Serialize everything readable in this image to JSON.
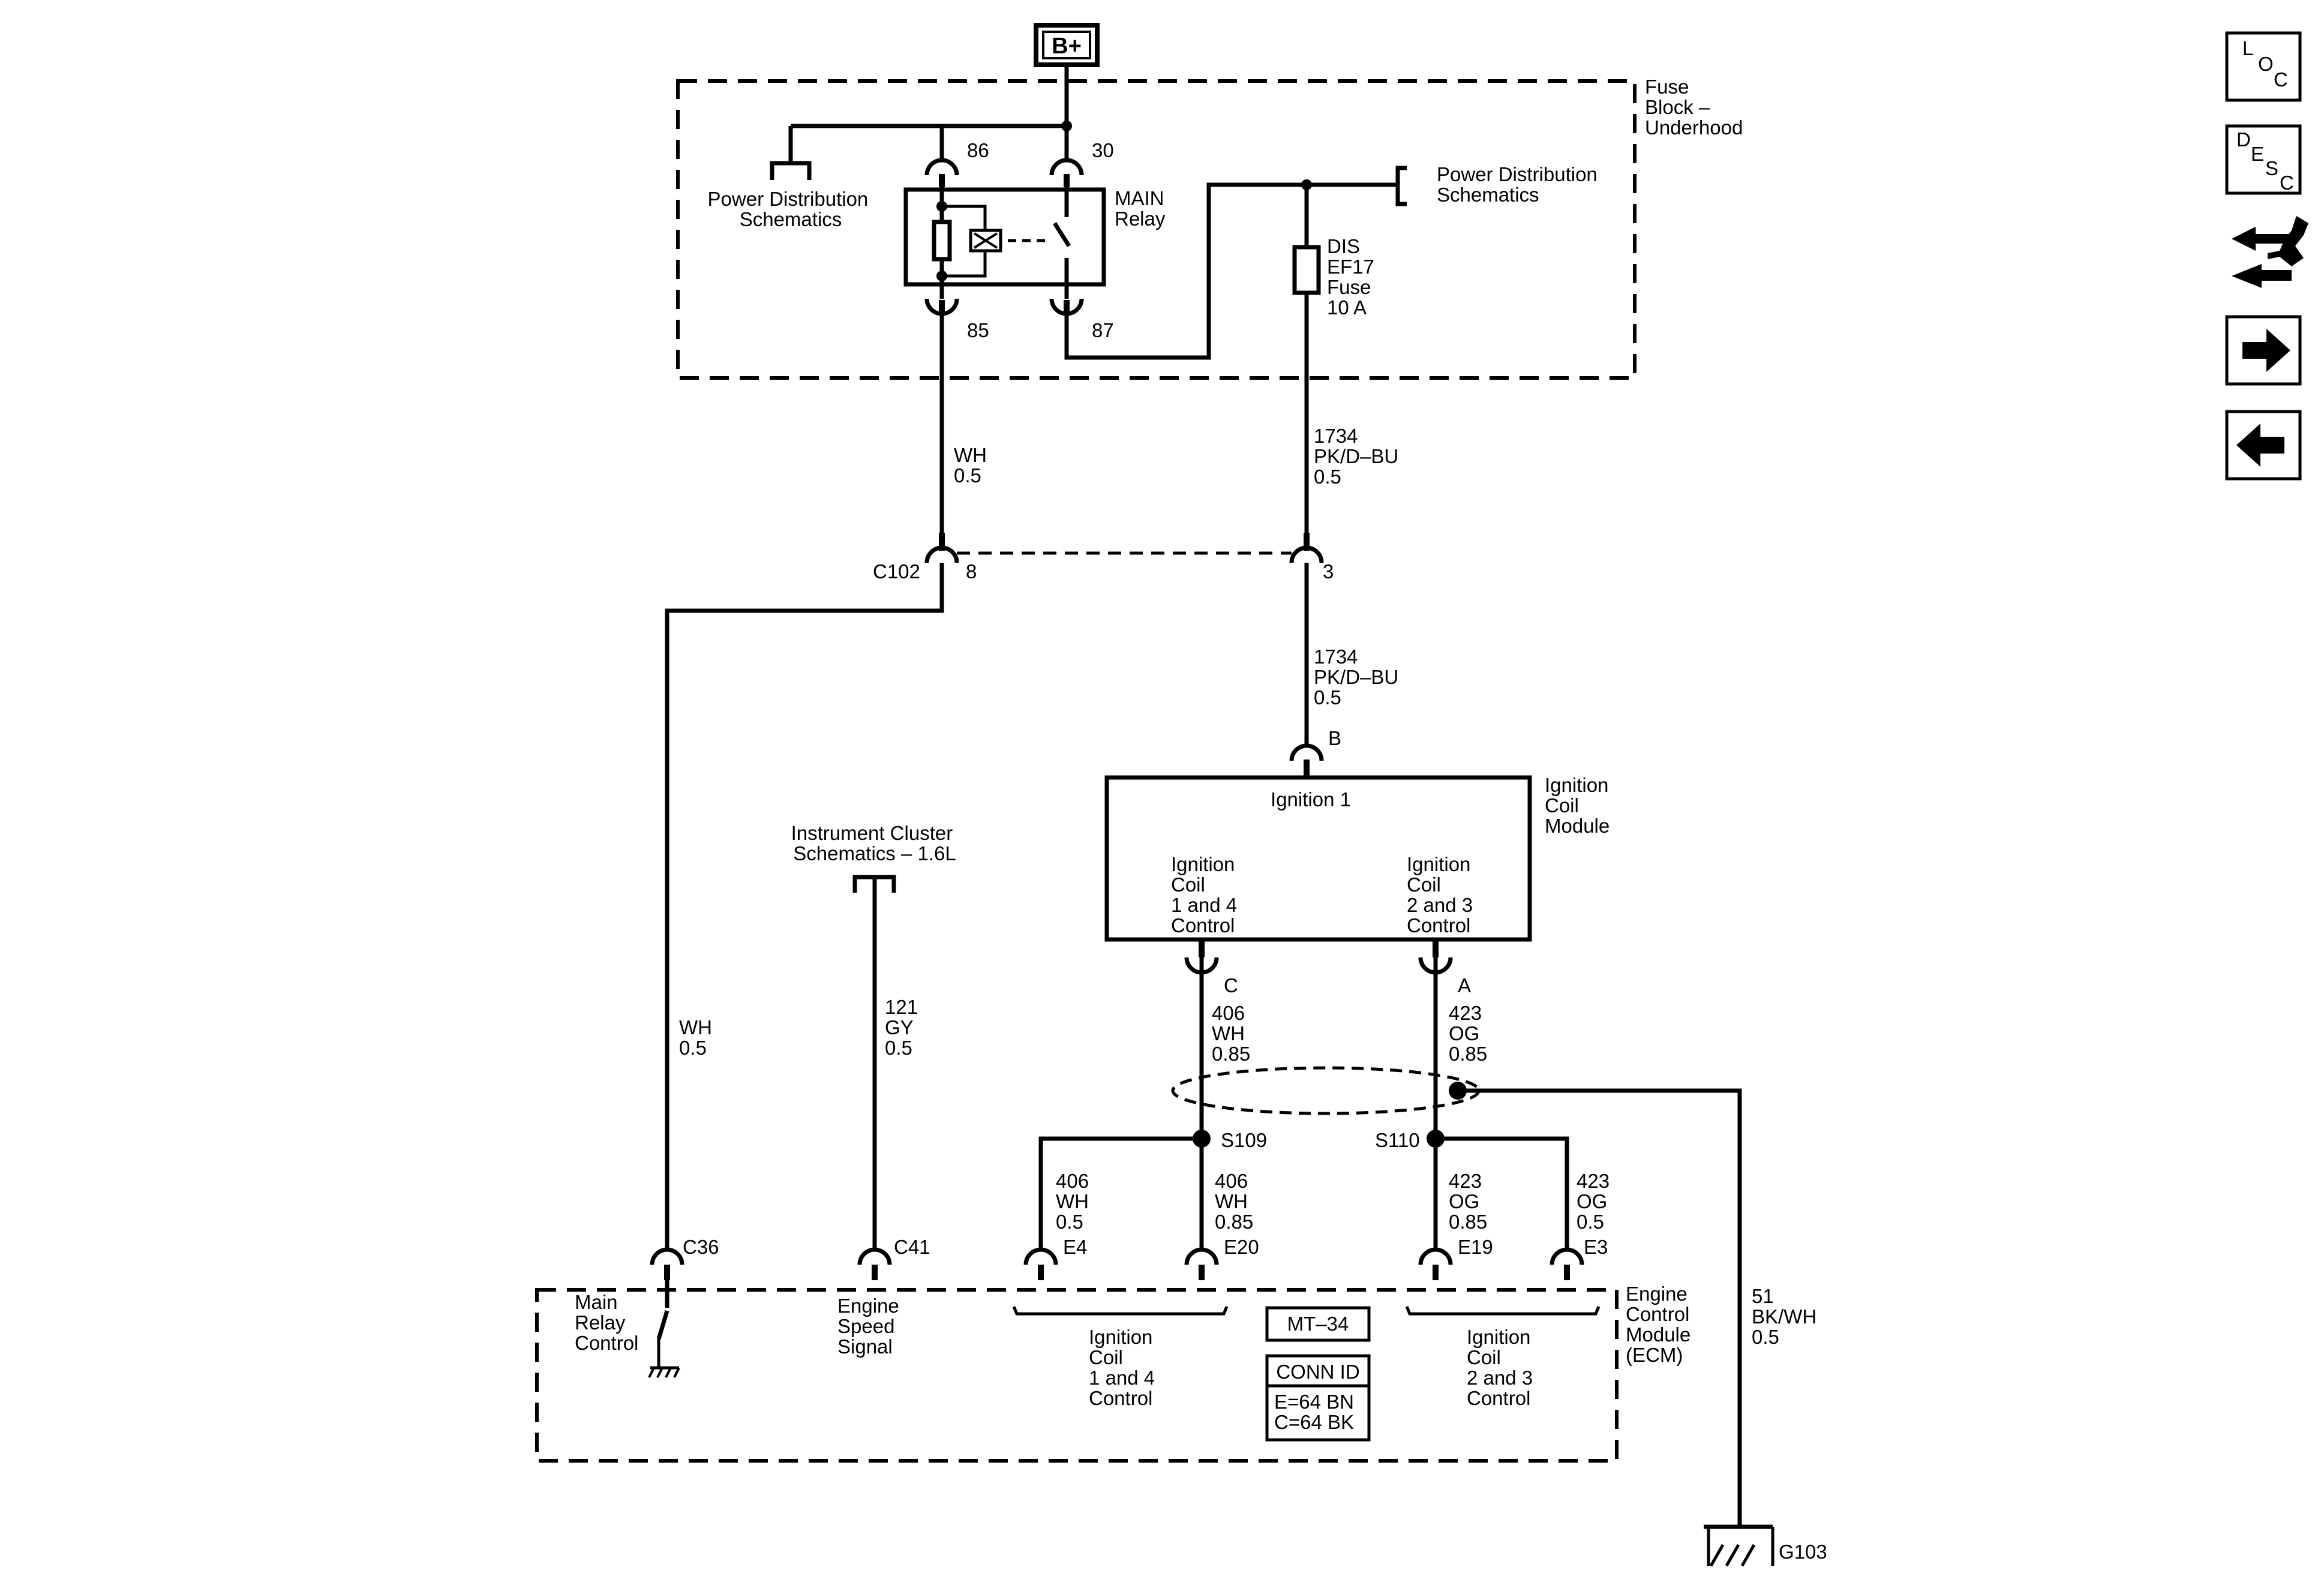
{
  "power": {
    "battery": "B+"
  },
  "fuse_block": {
    "title_lines": [
      "Fuse",
      "Block –",
      "Underhood"
    ],
    "pds_left": [
      "Power Distribution",
      "Schematics"
    ],
    "pds_right": [
      "Power Distribution",
      "Schematics"
    ],
    "relay_name": [
      "MAIN",
      "Relay"
    ],
    "relay_pins": {
      "p86": "86",
      "p30": "30",
      "p85": "85",
      "p87": "87"
    },
    "fuse_lines": [
      "DIS",
      "EF17",
      "Fuse",
      "10 A"
    ]
  },
  "wires": {
    "wh_relay": [
      "WH",
      "0.5"
    ],
    "pk_top": [
      "1734",
      "PK/D–BU",
      "0.5"
    ],
    "pk_bottom": [
      "1734",
      "PK/D–BU",
      "0.5"
    ],
    "wh_c36": [
      "WH",
      "0.5"
    ],
    "gy": [
      "121",
      "GY",
      "0.5"
    ],
    "wh406_top": [
      "406",
      "WH",
      "0.85"
    ],
    "og423_top": [
      "423",
      "OG",
      "0.85"
    ],
    "wh406_e4": [
      "406",
      "WH",
      "0.5"
    ],
    "wh406_e20": [
      "406",
      "WH",
      "0.85"
    ],
    "og423_e19": [
      "423",
      "OG",
      "0.85"
    ],
    "og423_e3": [
      "423",
      "OG",
      "0.5"
    ],
    "bkwh": [
      "51",
      "BK/WH",
      "0.5"
    ]
  },
  "c102": {
    "name": "C102",
    "pin_8": "8",
    "pin_3": "3"
  },
  "ignition_module": {
    "name": [
      "Ignition",
      "Coil",
      "Module"
    ],
    "inner_title": "Ignition 1",
    "coil14": [
      "Ignition",
      "Coil",
      "1 and 4",
      "Control"
    ],
    "coil23": [
      "Ignition",
      "Coil",
      "2 and 3",
      "Control"
    ],
    "pin_b": "B",
    "pin_c": "C",
    "pin_a": "A"
  },
  "splices": {
    "s109": "S109",
    "s110": "S110"
  },
  "instrument_cluster": [
    "Instrument Cluster",
    "Schematics – 1.6L"
  ],
  "ecm": {
    "name": [
      "Engine",
      "Control",
      "Module",
      "(ECM)"
    ],
    "pins": {
      "c36": "C36",
      "c41": "C41",
      "e4": "E4",
      "e20": "E20",
      "e19": "E19",
      "e3": "E3"
    },
    "main_relay_control": [
      "Main",
      "Relay",
      "Control"
    ],
    "engine_speed": [
      "Engine",
      "Speed",
      "Signal"
    ],
    "coil14_control": [
      "Ignition",
      "Coil",
      "1 and 4",
      "Control"
    ],
    "coil23_control": [
      "Ignition",
      "Coil",
      "2 and 3",
      "Control"
    ],
    "mt_code": "MT–34",
    "conn_id_title": "CONN ID",
    "conn_id_lines": [
      "E=64 BN",
      "C=64 BK"
    ]
  },
  "ground": {
    "name": "G103"
  },
  "nav": {
    "loc": [
      "L",
      "O",
      "C"
    ],
    "desc": [
      "D",
      "E",
      "S",
      "C"
    ]
  }
}
